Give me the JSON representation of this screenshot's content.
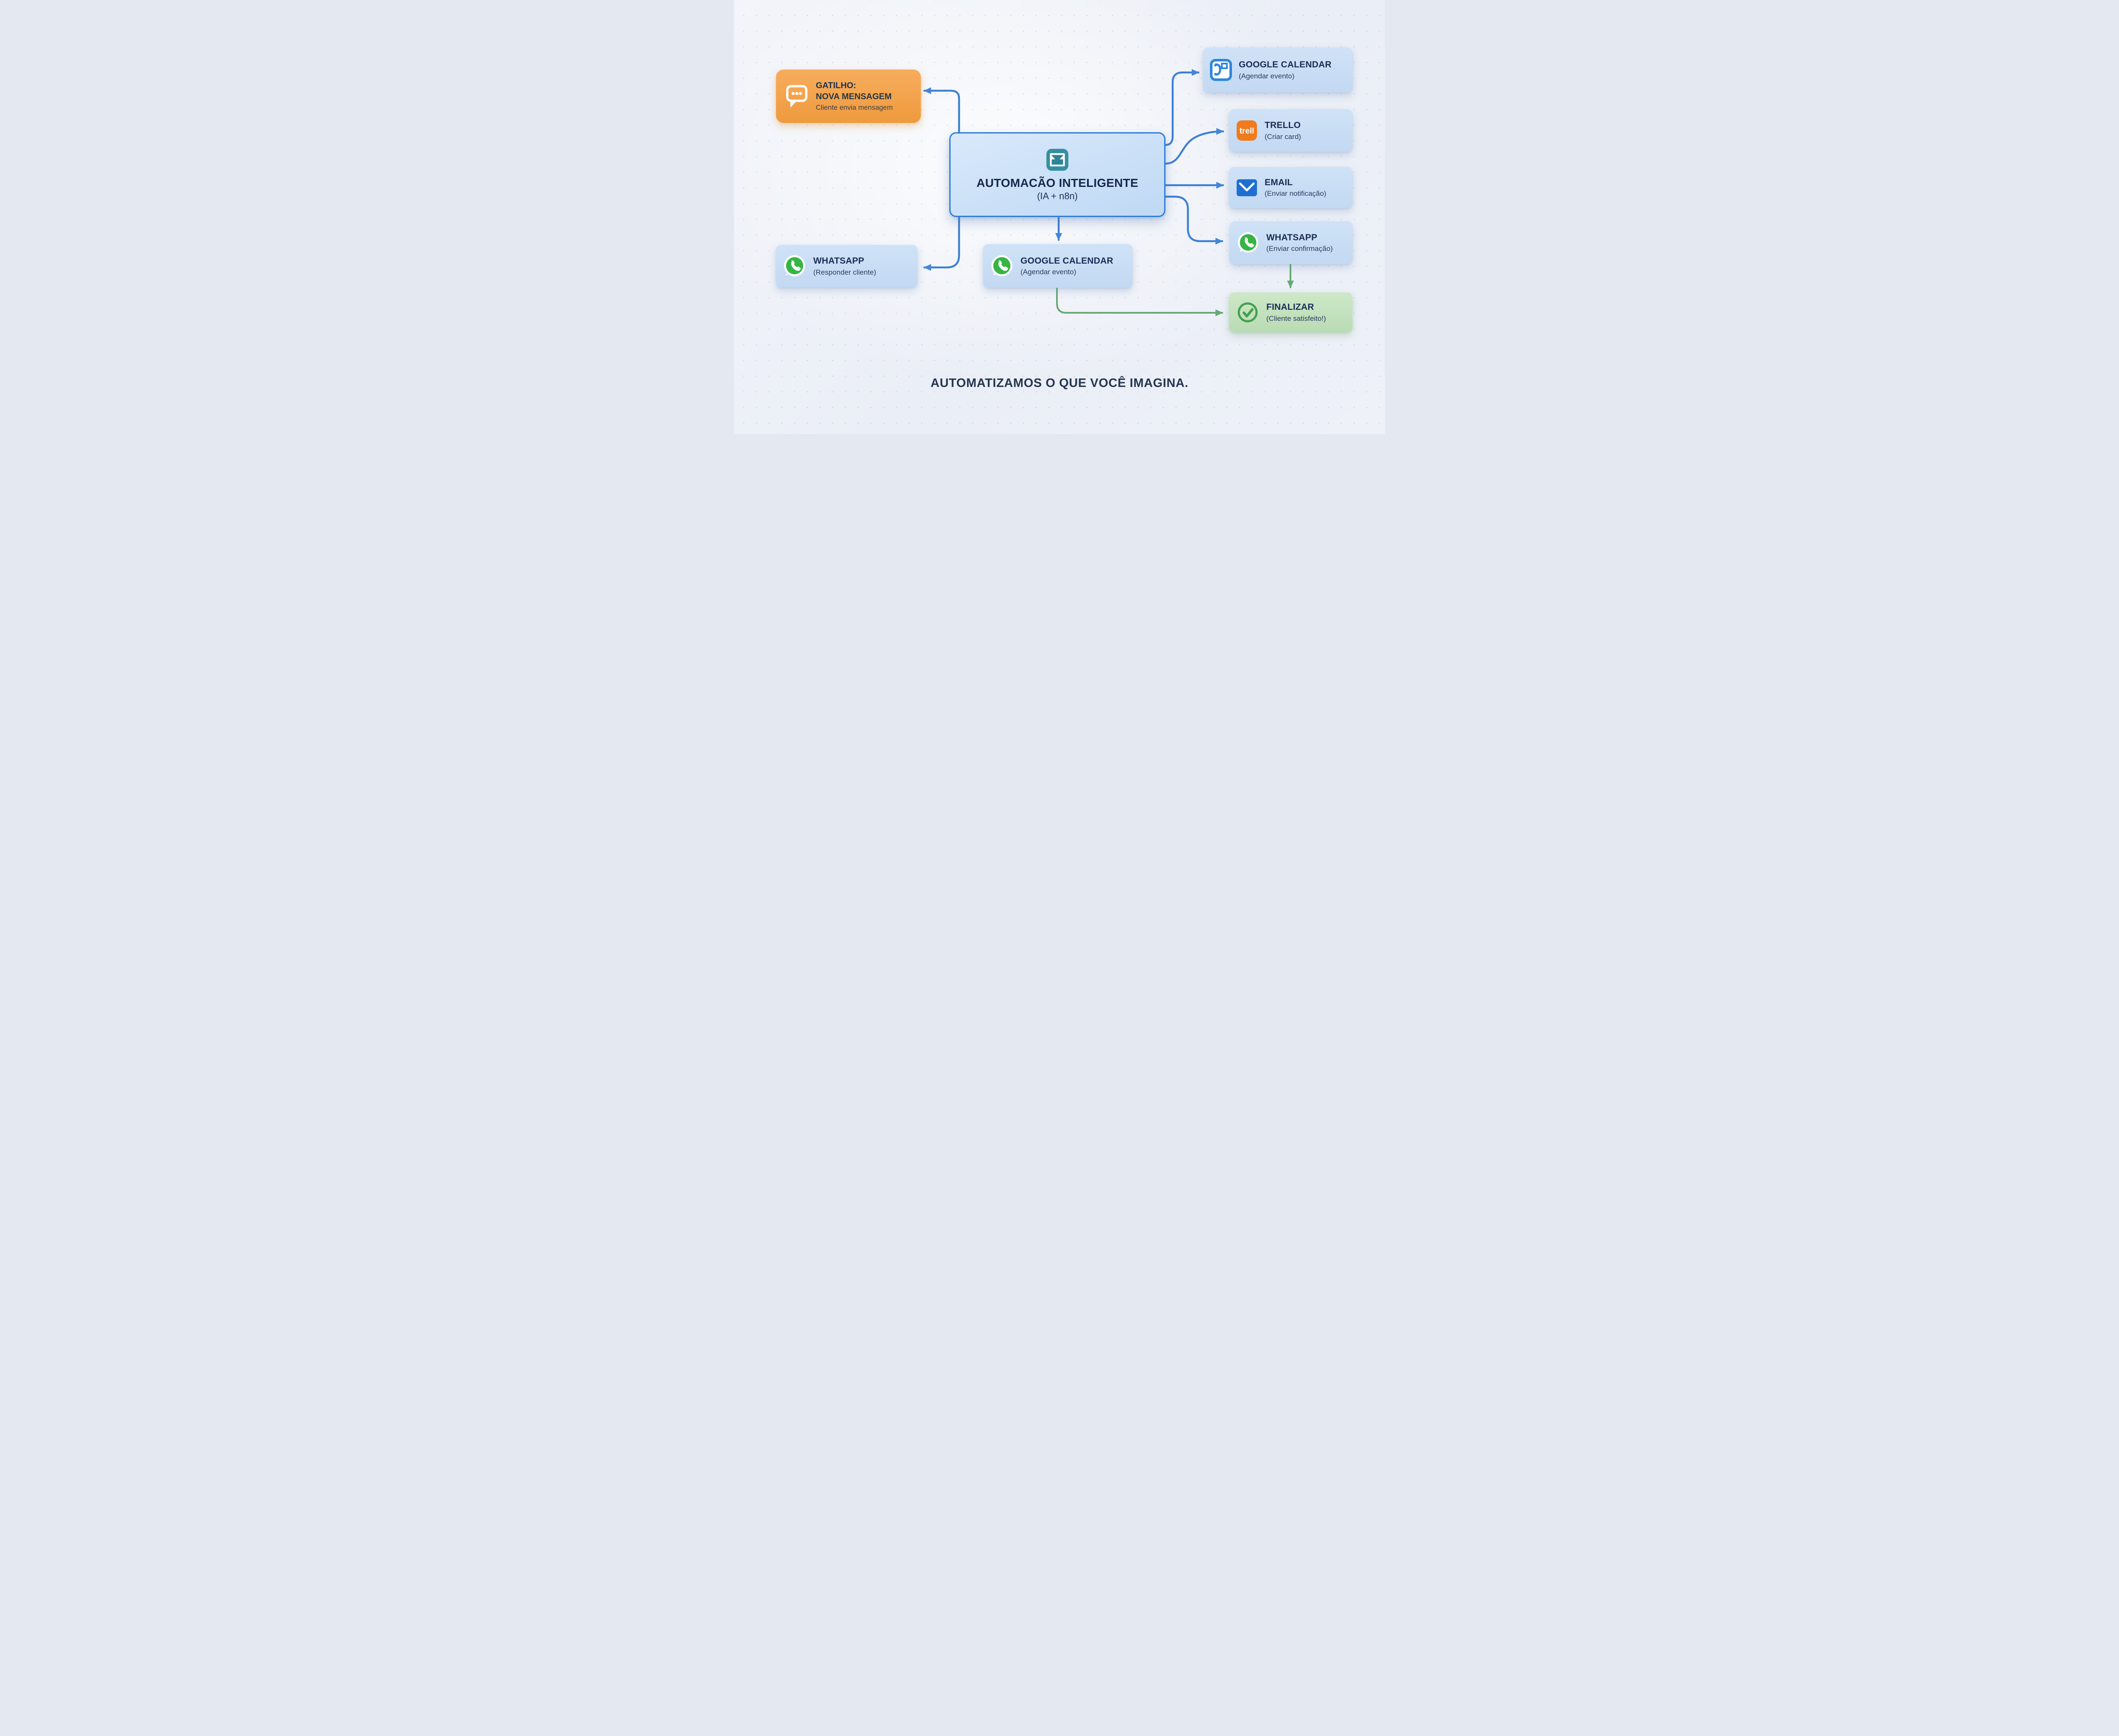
{
  "page": {
    "headline": "AUTOMATIZAMOS O QUE VOCÊ IMAGINA."
  },
  "colors": {
    "connector_blue": "#3b7fd4",
    "connector_green": "#64a970",
    "node_blue_bg": "#c8dcf4",
    "node_green_bg": "#c3e0bf",
    "node_orange_bg": "#f4a24c",
    "center_border": "#2e7cd6",
    "title_navy": "#1b2c55",
    "teal_icon": "#368fa0",
    "whatsapp_green": "#36b544",
    "trello_orange": "#f07b1d",
    "email_blue": "#1e6fd0"
  },
  "nodes": {
    "gatilho": {
      "title": "GATILHO:",
      "title2": "NOVA MENSAGEM",
      "subtitle": "Cliente envia mensagem",
      "icon": "chat-bubble-icon"
    },
    "center": {
      "title": "AUTOMACÃO INTELIGENTE",
      "subtitle": "(IA + n8n)",
      "icon": "mail-badge-icon"
    },
    "gc_top": {
      "title": "GOOGLE CALENDAR",
      "subtitle": "(Agendar evento)",
      "icon": "google-calendar-icon"
    },
    "trello": {
      "title": "TRELLO",
      "subtitle": "(Criar card)",
      "icon": "trello-icon",
      "icon_text": "trell"
    },
    "email": {
      "title": "EMAIL",
      "subtitle": "(Enviar notificação)",
      "icon": "email-icon"
    },
    "wa_right": {
      "title": "WHATSAPP",
      "subtitle": "(Enviar confirmação)",
      "icon": "whatsapp-icon"
    },
    "finalizar": {
      "title": "FINALIZAR",
      "subtitle": "(Cliente satisfeito!)",
      "icon": "check-circle-icon"
    },
    "wa_left": {
      "title": "WHATSAPP",
      "subtitle": "(Responder cliente)",
      "icon": "whatsapp-icon"
    },
    "gc_bottom": {
      "title": "GOOGLE CALENDAR",
      "subtitle": "(Agendar evento)",
      "icon": "whatsapp-icon"
    }
  }
}
